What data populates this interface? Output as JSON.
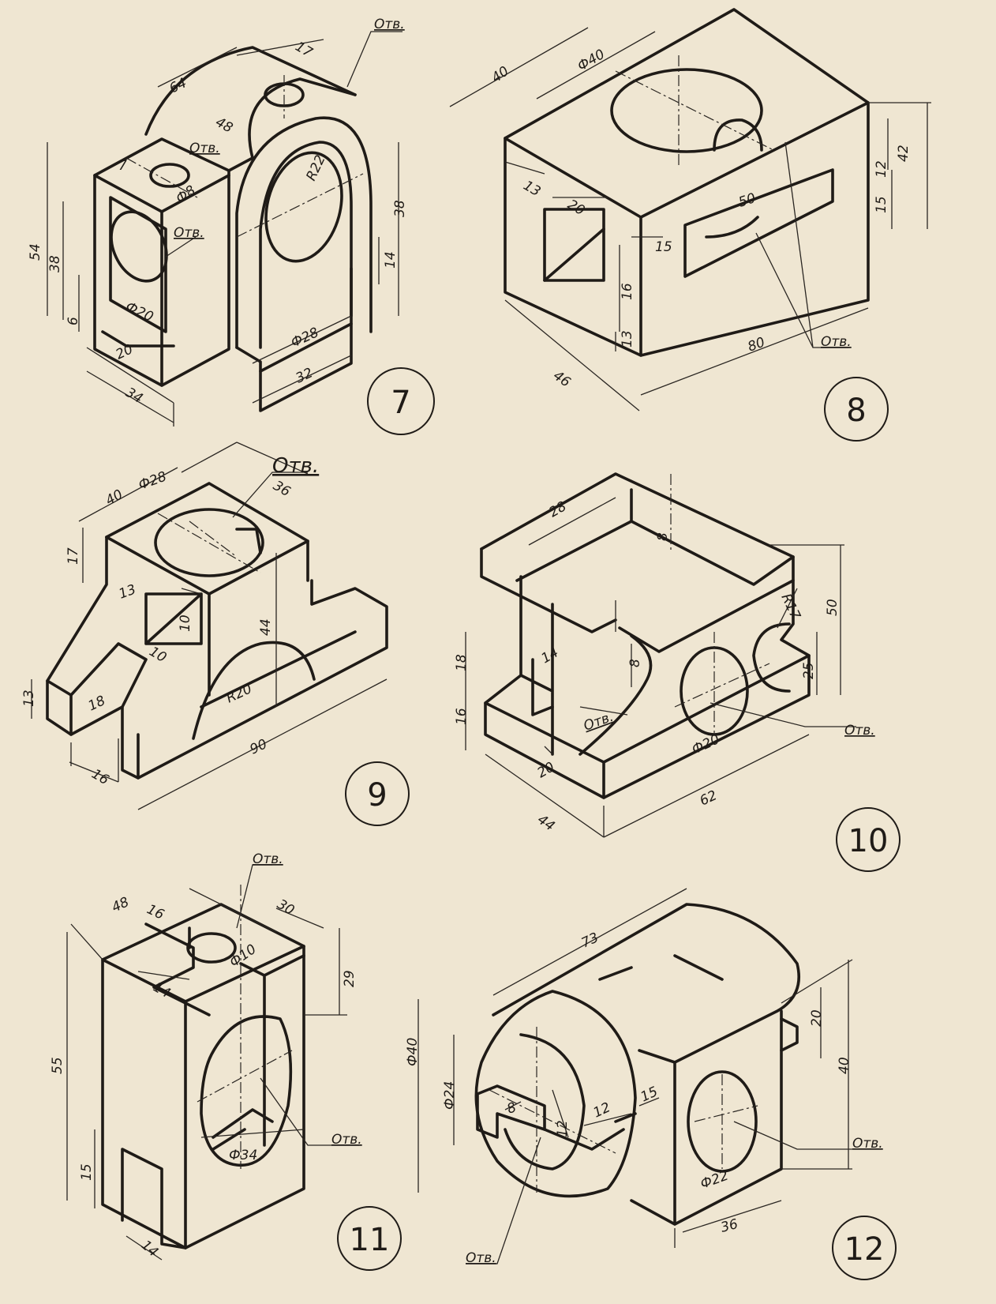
{
  "figures": [
    {
      "number": "7",
      "hole_labels": [
        "Отв.",
        "Отв.",
        "Отв."
      ],
      "dims": [
        "17",
        "64",
        "48",
        "R22",
        "7",
        "Ф8",
        "54",
        "38",
        "38",
        "Ф20",
        "6",
        "20",
        "34",
        "14",
        "Ф28",
        "32"
      ]
    },
    {
      "number": "8",
      "hole_labels": [
        "Отв."
      ],
      "dims": [
        "40",
        "Ф40",
        "13",
        "20",
        "50",
        "15",
        "12",
        "42",
        "15",
        "16",
        "13",
        "46",
        "80"
      ]
    },
    {
      "number": "9",
      "hole_labels": [
        "Отв."
      ],
      "dims": [
        "40",
        "Ф28",
        "36",
        "17",
        "13",
        "10",
        "10",
        "44",
        "13",
        "18",
        "R20",
        "16",
        "90"
      ]
    },
    {
      "number": "10",
      "hole_labels": [
        "Отв.",
        "Отв."
      ],
      "dims": [
        "28",
        "8",
        "R17",
        "50",
        "8",
        "18",
        "14",
        "25",
        "16",
        "Ф20",
        "20",
        "44",
        "62"
      ]
    },
    {
      "number": "11",
      "hole_labels": [
        "Отв.",
        "Отв."
      ],
      "dims": [
        "48",
        "30",
        "16",
        "Ф10",
        "14",
        "29",
        "55",
        "15",
        "Ф34",
        "14"
      ]
    },
    {
      "number": "12",
      "hole_labels": [
        "Отв.",
        "Отв."
      ],
      "dims": [
        "73",
        "Ф40",
        "Ф24",
        "20",
        "40",
        "12",
        "15",
        "8",
        "12",
        "Ф22",
        "36"
      ]
    }
  ]
}
